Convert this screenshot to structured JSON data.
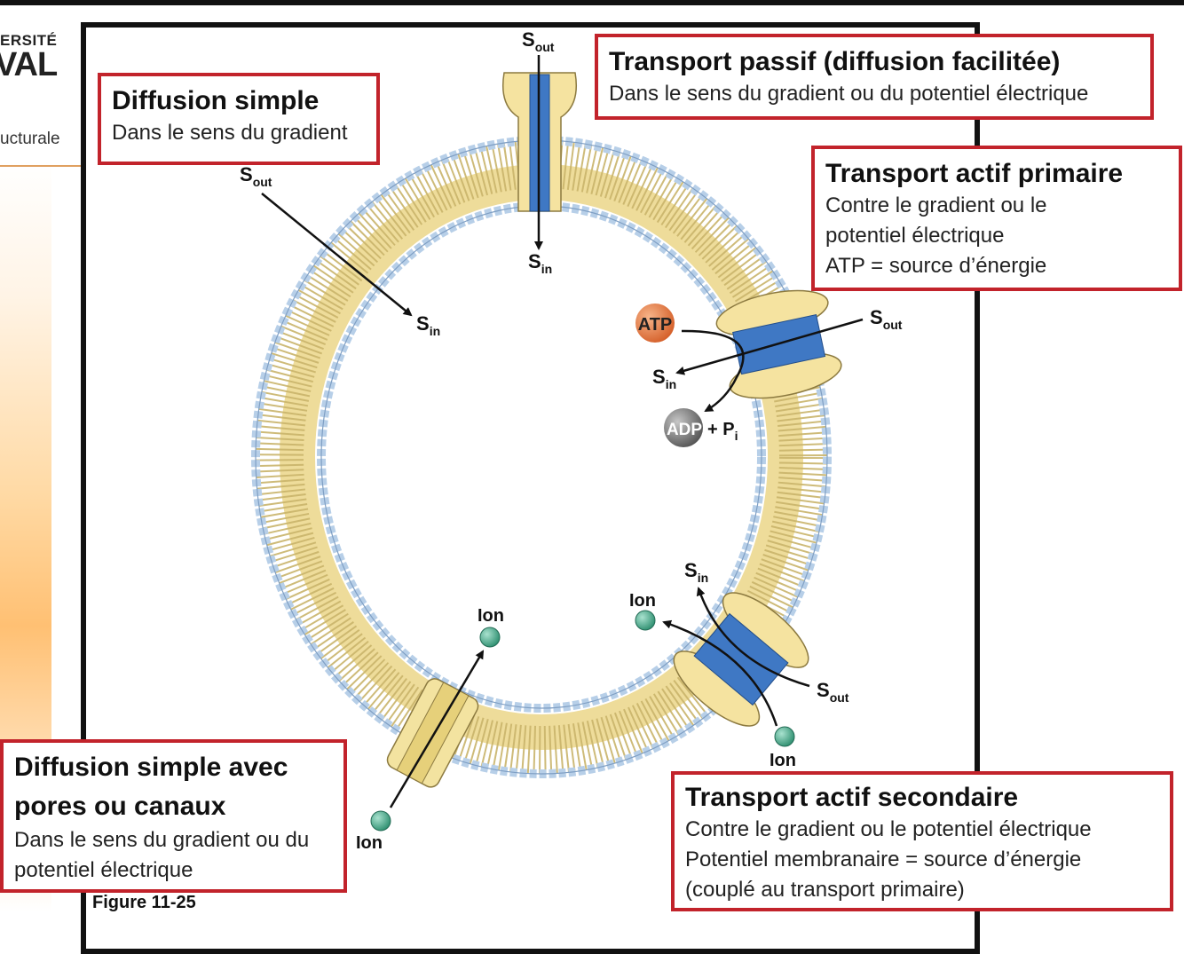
{
  "logo": {
    "line1": "ERSITÉ",
    "line2": "VAL",
    "sub": "ucturale"
  },
  "figure_label": "Figure 11-25",
  "callouts": {
    "diffusion_simple": {
      "title": "Diffusion simple",
      "body": [
        "Dans le sens du gradient"
      ]
    },
    "transport_passif": {
      "title": "Transport passif (diffusion facilitée)",
      "body": [
        "Dans le sens du gradient ou du potentiel électrique"
      ]
    },
    "actif_primaire": {
      "title": "Transport actif primaire",
      "body": [
        "Contre le  gradient ou le",
        "potentiel électrique",
        "ATP = source d’énergie"
      ]
    },
    "pores_canaux": {
      "title": "Diffusion simple avec pores ou canaux",
      "body": [
        "Dans le sens du gradient ou du",
        "potentiel électrique"
      ]
    },
    "actif_secondaire": {
      "title": "Transport actif secondaire",
      "body": [
        "Contre le  gradient ou le potentiel électrique",
        "Potentiel membranaire = source d’énergie",
        "(couplé au transport primaire)"
      ]
    }
  },
  "labels": {
    "s": "S",
    "sub_out": "out",
    "sub_in": "in",
    "atp": "ATP",
    "adp": "ADP",
    "plus_p": "+ P",
    "sub_i": "i",
    "ion": "Ion"
  },
  "colors": {
    "callout_border": "#c2232b",
    "protein": "#f5e3a0",
    "channel": "#3f78c4",
    "head": "#b7cfe8",
    "atp": "#e2773a",
    "adp": "#7d7d7d",
    "ion": "#3fa888"
  }
}
